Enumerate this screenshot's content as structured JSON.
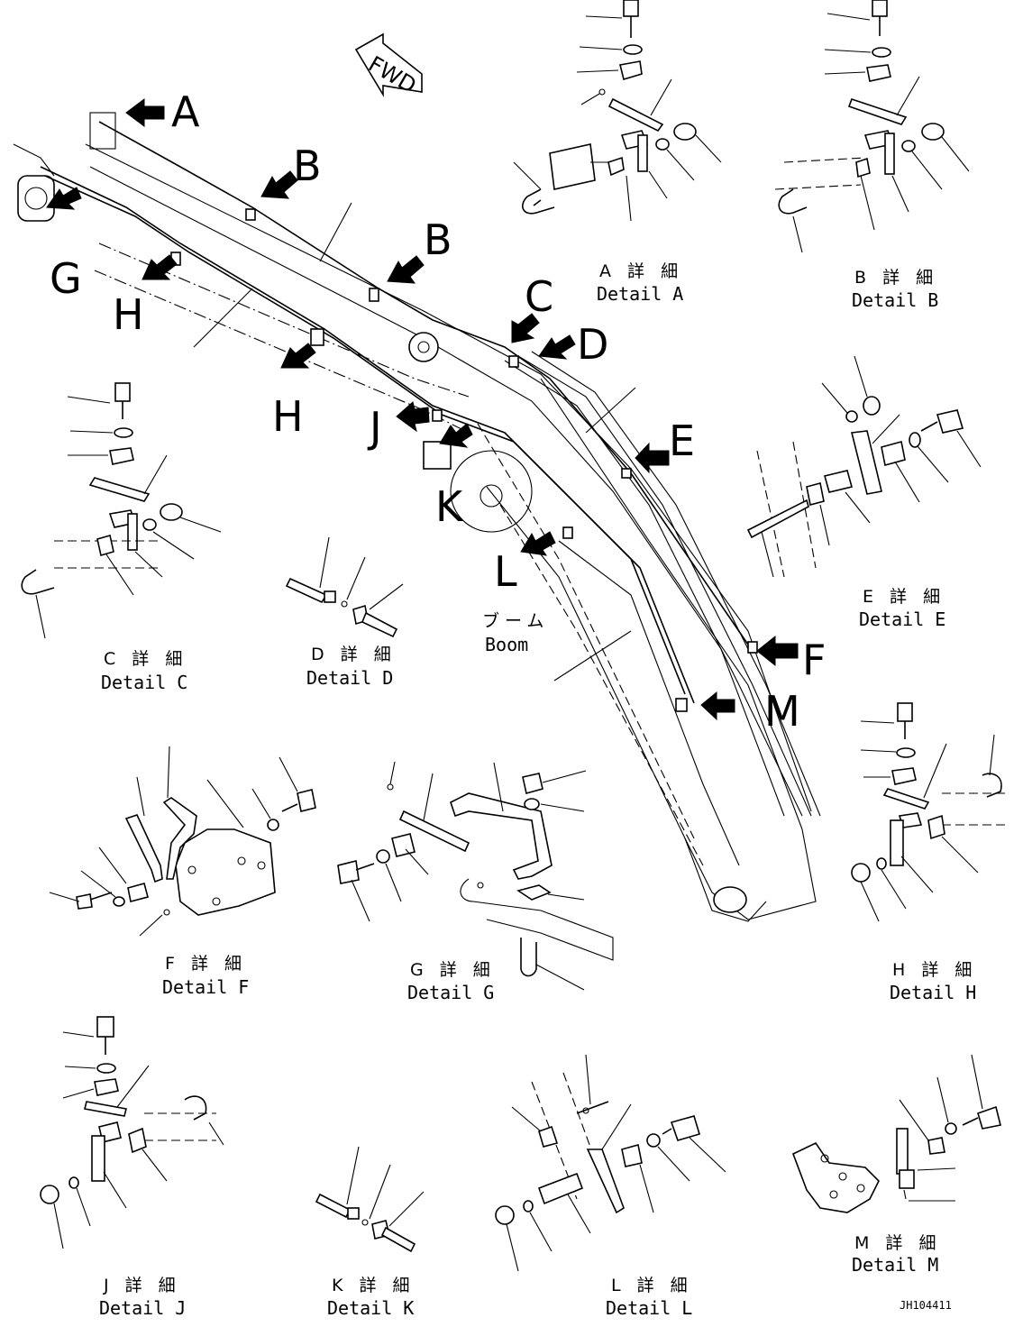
{
  "fwd_label": "FWD",
  "callouts": {
    "a": "A",
    "b1": "B",
    "b2": "B",
    "c": "C",
    "d": "D",
    "e": "E",
    "f": "F",
    "g": "G",
    "h1": "H",
    "h2": "H",
    "j": "J",
    "k": "K",
    "l": "L",
    "m": "M"
  },
  "boom": {
    "jp": "ブーム",
    "en": "Boom"
  },
  "details": {
    "a": {
      "jp": "A 詳 細",
      "en": "Detail A"
    },
    "b": {
      "jp": "B 詳 細",
      "en": "Detail B"
    },
    "c": {
      "jp": "C 詳 細",
      "en": "Detail C"
    },
    "d": {
      "jp": "D 詳 細",
      "en": "Detail D"
    },
    "e": {
      "jp": "E 詳 細",
      "en": "Detail E"
    },
    "f": {
      "jp": "F 詳 細",
      "en": "Detail F"
    },
    "g": {
      "jp": "G 詳 細",
      "en": "Detail G"
    },
    "h": {
      "jp": "H 詳 細",
      "en": "Detail H"
    },
    "j": {
      "jp": "J 詳 細",
      "en": "Detail J"
    },
    "k": {
      "jp": "K 詳 細",
      "en": "Detail K"
    },
    "l": {
      "jp": "L 詳 細",
      "en": "Detail L"
    },
    "m": {
      "jp": "M 詳 細",
      "en": "Detail M"
    }
  },
  "drawing_code": "JH104411"
}
